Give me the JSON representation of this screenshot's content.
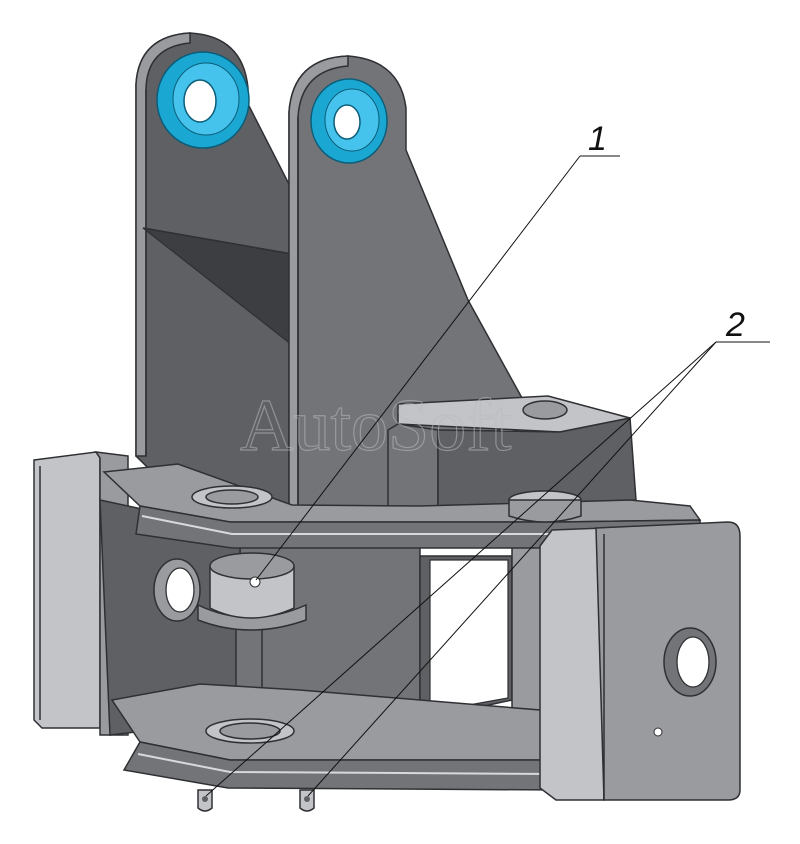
{
  "callouts": [
    {
      "number": "1"
    },
    {
      "number": "2"
    }
  ],
  "watermark": "AutoSoft",
  "colors": {
    "bushing_highlight": "#19a9d6",
    "metal_dark": "#5f6063",
    "metal_light": "#c3c4c7",
    "leader_line": "#111111"
  }
}
